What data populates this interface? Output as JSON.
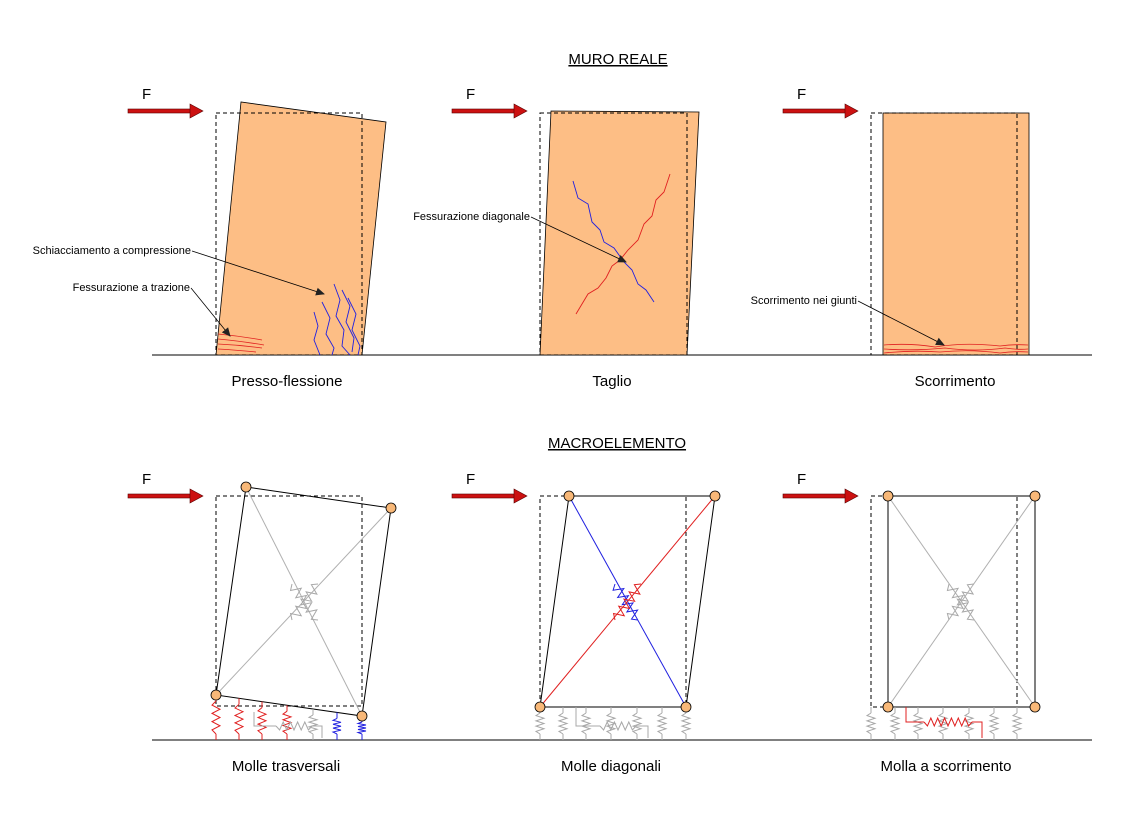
{
  "sections": {
    "real_wall": "MURO REALE",
    "macroelement": "MACROELEMENTO"
  },
  "force_label": "F",
  "top_panels": [
    {
      "caption": "Presso-flessione"
    },
    {
      "caption": "Taglio"
    },
    {
      "caption": "Scorrimento"
    }
  ],
  "bottom_panels": [
    {
      "caption": "Molle trasversali"
    },
    {
      "caption": "Molle diagonali"
    },
    {
      "caption": "Molla a scorrimento"
    }
  ],
  "annotations": {
    "compression_crushing": "Schiacciamento a compressione",
    "tensile_cracking": "Fessurazione a trazione",
    "diagonal_cracking": "Fessurazione diagonale",
    "joint_sliding": "Scorrimento nei giunti"
  },
  "colors": {
    "wall_fill": "#FDBE85",
    "arrow_red": "#CC1111",
    "crack_red": "#E02020",
    "crack_blue": "#2020E0",
    "node_fill": "#F8B878",
    "spring_grey": "#A8A8A8"
  }
}
